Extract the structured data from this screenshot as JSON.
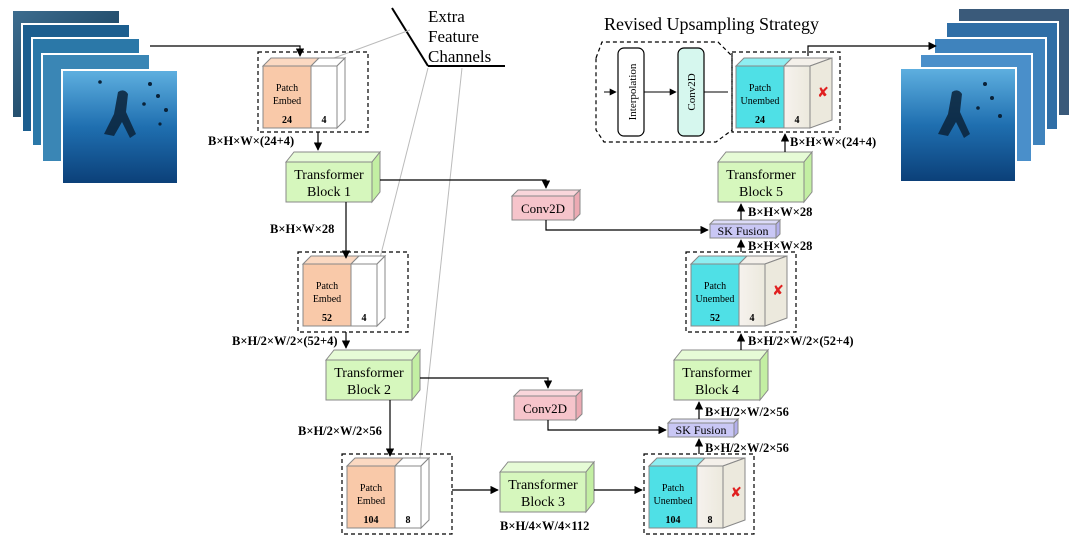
{
  "title": "Revised Upsampling Strategy",
  "extra_feature": [
    "Extra",
    "Feature",
    "Channels"
  ],
  "patch_embed": {
    "label_line1": "Patch",
    "label_line2": "Embed",
    "stages": [
      {
        "main": "24",
        "extra": "4"
      },
      {
        "main": "52",
        "extra": "4"
      },
      {
        "main": "104",
        "extra": "8"
      }
    ]
  },
  "patch_unembed": {
    "label_line1": "Patch",
    "label_line2": "Unembed",
    "stages": [
      {
        "main": "104",
        "extra": "8"
      },
      {
        "main": "52",
        "extra": "4"
      },
      {
        "main": "24",
        "extra": "4"
      }
    ]
  },
  "transformer_blocks": [
    {
      "line1": "Transformer",
      "line2": "Block 1"
    },
    {
      "line1": "Transformer",
      "line2": "Block 2"
    },
    {
      "line1": "Transformer",
      "line2": "Block 3"
    },
    {
      "line1": "Transformer",
      "line2": "Block 4"
    },
    {
      "line1": "Transformer",
      "line2": "Block 5"
    }
  ],
  "conv2d": "Conv2D",
  "sk_fusion": "SK Fusion",
  "upsampling": {
    "interpolation": "Interpolation",
    "conv2d": "Conv2D"
  },
  "dims": {
    "enc1": "B×H×W×(24+4)",
    "enc2": "B×H×W×28",
    "enc3": "B×H/2×W/2×(52+4)",
    "enc4": "B×H/2×W/2×56",
    "bottleneck": "B×H/4×W/4×112",
    "dec1": "B×H/2×W/2×56",
    "dec2": "B×H/2×W/2×56",
    "dec3": "B×H/2×W/2×(52+4)",
    "dec4": "B×H×W×28",
    "dec5": "B×H×W×28",
    "dec6": "B×H×W×(24+4)"
  },
  "colors": {
    "patch_embed": "#f9c9a9",
    "patch_unembed": "#4fe0e6",
    "transformer": "#d6f7bd",
    "conv2d": "#f6c4cb",
    "sk_fusion": "#c9c7f5",
    "drop_mark": "#e02020"
  }
}
